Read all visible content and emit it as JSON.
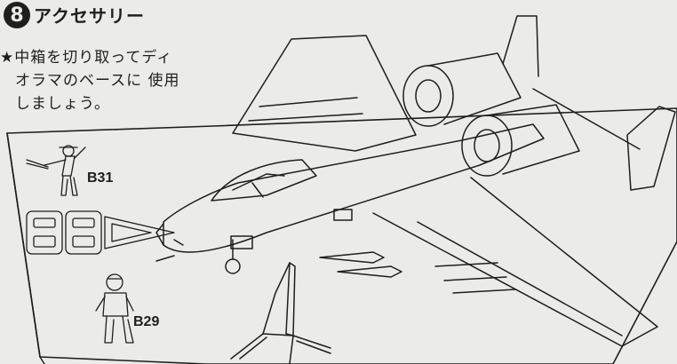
{
  "step": {
    "number": "8",
    "title": "アクセサリー"
  },
  "note": {
    "lines": [
      "★中箱を切り取ってディ",
      "オラマのベースに 使用",
      "しましょう。"
    ]
  },
  "parts": {
    "b31": "B31",
    "b29": "B29"
  }
}
